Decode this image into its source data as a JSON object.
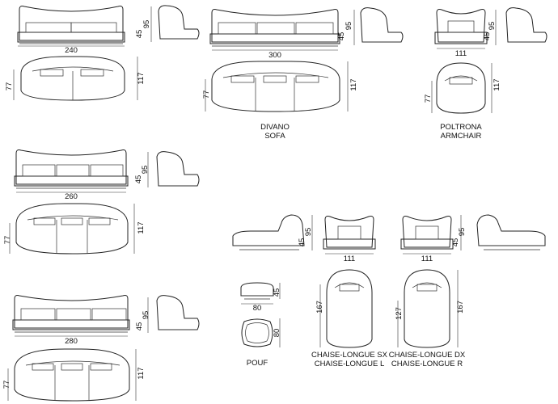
{
  "labels": {
    "sofa_it": "DIVANO",
    "sofa_en": "SOFA",
    "arm_it": "POLTRONA",
    "arm_en": "ARMCHAIR",
    "pouf": "POUF",
    "chaise_sx": "CHAISE-LONGUE SX",
    "chaise_l": "CHAISE-LONGUE L",
    "chaise_dx": "CHAISE-LONGUE DX",
    "chaise_r": "CHAISE-LONGUE R"
  },
  "dims": {
    "w240": "240",
    "w300": "300",
    "w111a": "111",
    "w260": "260",
    "w280": "280",
    "w111b": "111",
    "w111c": "111",
    "w80a": "80",
    "d80": "80",
    "h95a": "95",
    "h45a": "45",
    "h95b": "95",
    "h45b": "45",
    "h95c": "95",
    "h45c": "45",
    "h95d": "95",
    "h45d": "45",
    "h95e": "95",
    "h45e": "45",
    "h95f": "95",
    "h45f": "45",
    "h95g": "95",
    "h45g": "45",
    "h45pouf": "45",
    "d77a": "77",
    "d117a": "117",
    "d77b": "77",
    "d117b": "117",
    "d77c": "77",
    "d117c": "117",
    "d77d": "77",
    "d117d": "117",
    "d77e": "77",
    "d117e": "117",
    "d167a": "167",
    "d127": "127",
    "d167b": "167"
  }
}
